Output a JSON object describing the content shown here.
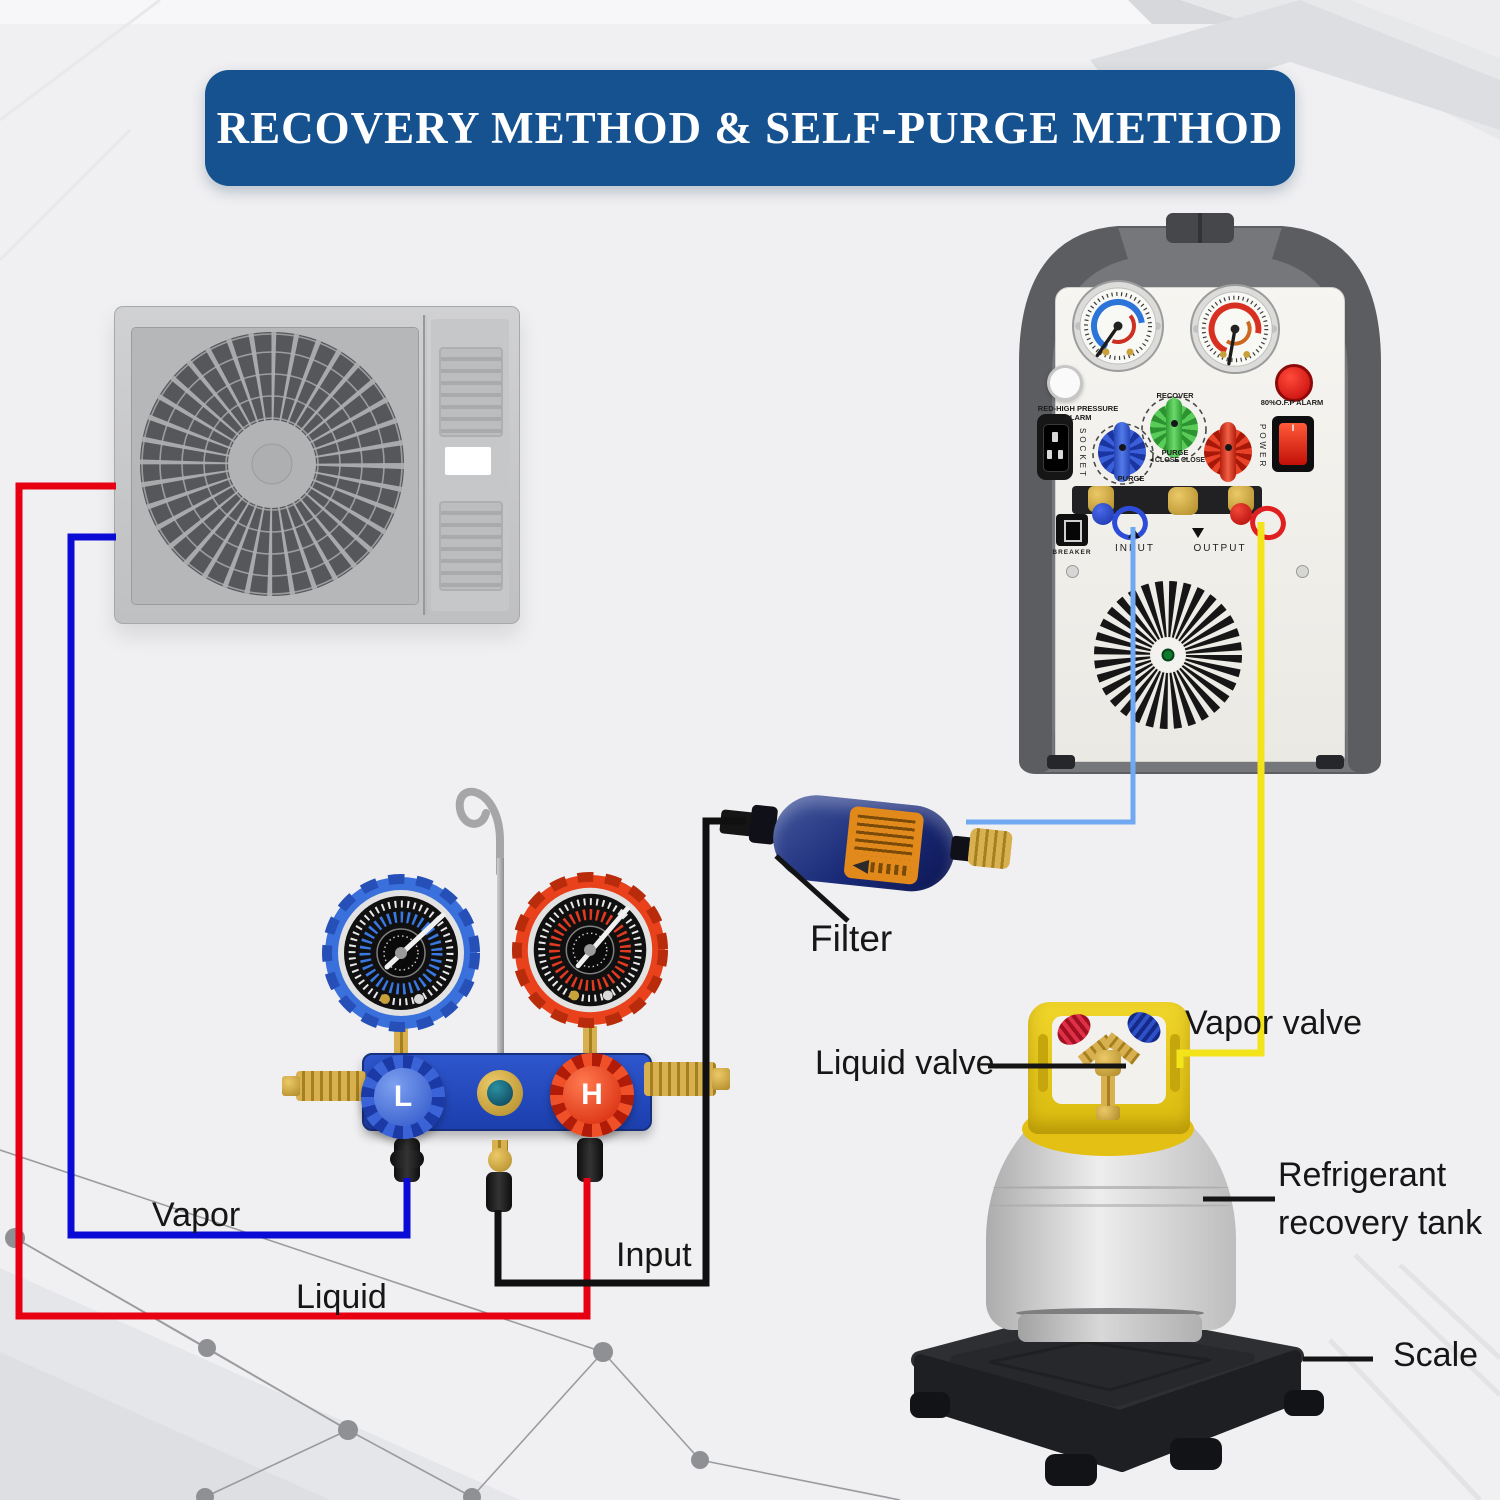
{
  "title": {
    "text": "RECOVERY METHOD & SELF-PURGE METHOD",
    "bg_color": "#15528f",
    "text_color": "#ffffff"
  },
  "labels": {
    "filter": "Filter",
    "vapor_valve": "Vapor valve",
    "liquid_valve": "Liquid valve",
    "tank_line1": "Refrigerant",
    "tank_line2": "recovery tank",
    "scale": "Scale",
    "vapor": "Vapor",
    "liquid": "Liquid",
    "input": "Input"
  },
  "machine": {
    "alarm_line1": "RED-HIGH PRESSURE",
    "alarm_line2": "ALARM",
    "socket": "SOCKET",
    "recover": "RECOVER",
    "purge_top": "PURGE",
    "close_row": "◄CLOSE  CLOSE►",
    "purge_bottom": "PURGE",
    "ofp_alarm": "80%O.F.P ALARM",
    "power": "POWER",
    "power_mark": "I",
    "breaker": "BREAKER",
    "input_port": "INPUT",
    "output_port": "OUTPUT"
  },
  "manifold": {
    "low_label": "L",
    "high_label": "H"
  },
  "line_colors": {
    "vapor": "#0b0bd6",
    "liquid": "#e60012",
    "input": "#101010",
    "to_machine": "#70a8f2",
    "to_tank": "#f2e31a",
    "pointer": "#141414"
  }
}
